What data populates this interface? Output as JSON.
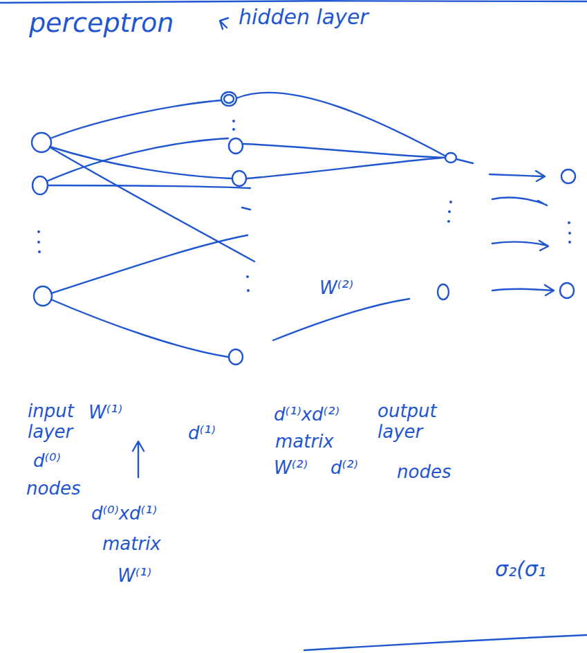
{
  "diagram": {
    "title": "perceptron",
    "labels": [
      "hidden layer",
      "input layer",
      "d⁽⁰⁾",
      "nodes",
      "W⁽¹⁾",
      "d⁽⁰⁾xd⁽¹⁾",
      "matrix",
      "W⁽¹⁾",
      "d⁽¹⁾",
      "W⁽²⁾",
      "d⁽¹⁾xd⁽²⁾",
      "matrix",
      "W⁽²⁾",
      "d⁽²⁾",
      "output layer",
      "nodes",
      "σ₂(σ₁"
    ]
  }
}
